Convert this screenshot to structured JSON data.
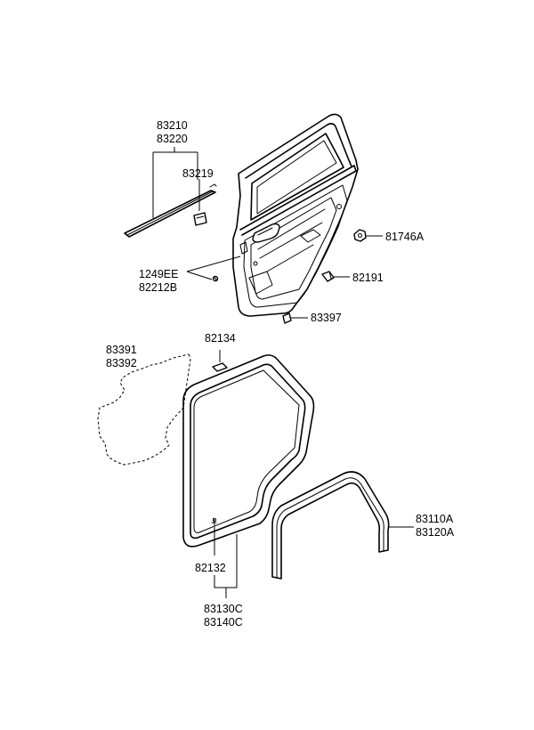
{
  "labels": {
    "l83210": "83210",
    "l83220": "83220",
    "l83219": "83219",
    "l81746A": "81746A",
    "l1249EE": "1249EE",
    "l82212B": "82212B",
    "l82191": "82191",
    "l83397": "83397",
    "l83391": "83391",
    "l83392": "83392",
    "l82134": "82134",
    "l82132": "82132",
    "l83130C": "83130C",
    "l83140C": "83140C",
    "l83110A": "83110A",
    "l83120A": "83120A"
  }
}
